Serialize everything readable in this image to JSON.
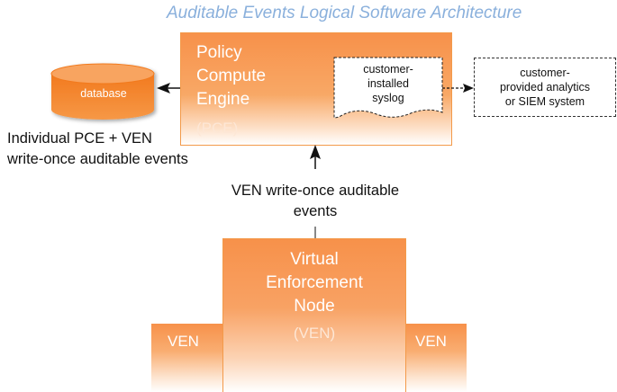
{
  "title": "Auditable Events Logical Software Architecture",
  "pce": {
    "name_lines": [
      "Policy",
      "Compute",
      "Engine"
    ],
    "abbrev": "(PCE)"
  },
  "syslog": {
    "lines": [
      "customer-",
      "installed",
      "syslog"
    ]
  },
  "siem": {
    "lines": [
      "customer-",
      "provided analytics",
      "or SIEM system"
    ]
  },
  "database": {
    "label": "database"
  },
  "events_left": {
    "lines": [
      "Individual PCE + VEN",
      "write-once auditable events"
    ]
  },
  "events_mid": {
    "lines": [
      "VEN write-once auditable",
      "events"
    ]
  },
  "ven_main": {
    "name_lines": [
      "Virtual",
      "Enforcement",
      "Node"
    ],
    "abbrev": "(VEN)"
  },
  "ven_left": {
    "label": "VEN"
  },
  "ven_right": {
    "label": "VEN"
  },
  "colors": {
    "orange": "#f7914a",
    "title_blue": "#8ab0dc"
  }
}
